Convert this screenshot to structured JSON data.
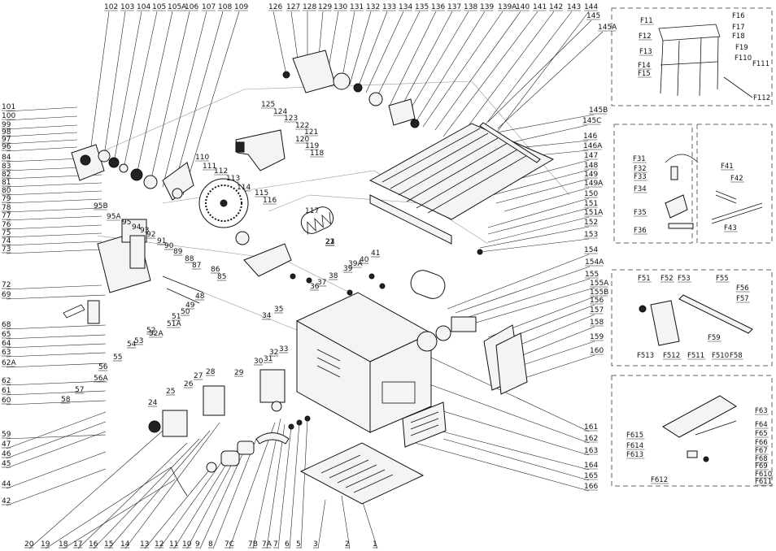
{
  "diagram": {
    "top_labels": [
      "102",
      "103",
      "104",
      "105",
      "105A",
      "106",
      "107",
      "108",
      "109",
      "126",
      "127",
      "128",
      "129",
      "130",
      "131",
      "132",
      "133",
      "134",
      "135",
      "136",
      "137",
      "138",
      "139",
      "139A",
      "140",
      "141",
      "142",
      "143",
      "144"
    ],
    "left_labels": [
      "101",
      "100",
      "99",
      "98",
      "97",
      "96",
      "84",
      "83",
      "82",
      "81",
      "80",
      "79",
      "78",
      "77",
      "76",
      "75",
      "74",
      "73",
      "72",
      "69",
      "68",
      "65",
      "64",
      "63",
      "62A",
      "62",
      "61",
      "60",
      "59",
      "47",
      "46",
      "45",
      "44",
      "42"
    ],
    "bottom_labels": [
      "20",
      "19",
      "18",
      "17",
      "16",
      "15",
      "14",
      "13",
      "12",
      "11",
      "10",
      "9",
      "8",
      "7C",
      "7B",
      "7A",
      "7",
      "6",
      "5",
      "3",
      "2",
      "1"
    ],
    "right_labels": [
      "145",
      "145A",
      "145B",
      "145C",
      "146",
      "146A",
      "147",
      "148",
      "149",
      "149A",
      "150",
      "151",
      "151A",
      "152",
      "153",
      "154",
      "154A",
      "155",
      "155A",
      "155B",
      "156",
      "157",
      "158",
      "159",
      "160",
      "161",
      "162",
      "163",
      "164",
      "165",
      "166"
    ],
    "center_labels": [
      "125",
      "124",
      "123",
      "122",
      "121",
      "120",
      "119",
      "118",
      "110",
      "111",
      "112",
      "113",
      "114",
      "115",
      "116",
      "117",
      "95B",
      "95A",
      "95",
      "94",
      "93",
      "92",
      "91",
      "90",
      "89",
      "88",
      "87",
      "86",
      "85",
      "58",
      "57",
      "56A",
      "56",
      "55",
      "54",
      "53",
      "52A",
      "52",
      "51A",
      "51",
      "50",
      "49",
      "48",
      "41",
      "40",
      "39A",
      "39",
      "38",
      "37",
      "36",
      "35",
      "34",
      "33",
      "32",
      "31",
      "30",
      "29",
      "28",
      "27",
      "26",
      "25",
      "24",
      "23",
      "22",
      "21"
    ],
    "inset_stand": [
      "F16",
      "F17",
      "F18",
      "F19",
      "F110",
      "F111",
      "F112",
      "F11",
      "F12",
      "F13",
      "F14",
      "F15"
    ],
    "inset_guard": [
      "F31",
      "F32",
      "F33",
      "F34",
      "F35",
      "F36"
    ],
    "inset_tools": [
      "F41",
      "F42",
      "F43"
    ],
    "inset_fence": [
      "F51",
      "F52",
      "F53",
      "F55",
      "F56",
      "F57",
      "F513",
      "F512",
      "F511",
      "F510",
      "F58",
      "F59"
    ],
    "inset_miter": [
      "F63",
      "F64",
      "F65",
      "F66",
      "F67",
      "F68",
      "F69",
      "F610",
      "F611",
      "F612",
      "F613",
      "F614",
      "F615"
    ]
  }
}
